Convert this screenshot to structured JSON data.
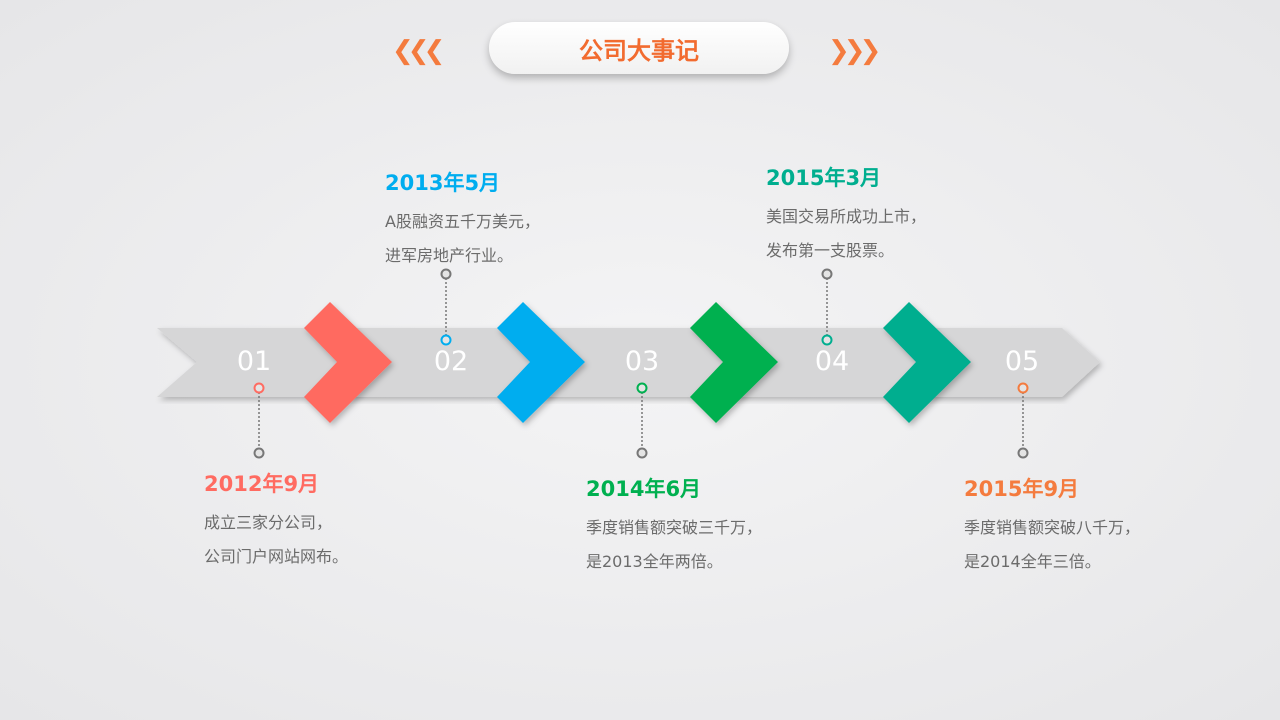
{
  "title": "公司大事记",
  "colors": {
    "accent": "#F26B2F",
    "red": "#FF6B61",
    "blue": "#00ADEF",
    "green": "#00B050",
    "teal": "#00AE8F",
    "orange": "#F47B3E"
  },
  "steps": [
    "01",
    "02",
    "03",
    "04",
    "05"
  ],
  "events": [
    {
      "date": "2012年9月",
      "lines": [
        "成立三家分公司，",
        "公司门户网站网布。"
      ]
    },
    {
      "date": "2013年5月",
      "lines": [
        "A股融资五千万美元，",
        "进军房地产行业。"
      ]
    },
    {
      "date": "2014年6月",
      "lines": [
        "季度销售额突破三千万，",
        "是2013全年两倍。"
      ]
    },
    {
      "date": "2015年3月",
      "lines": [
        "美国交易所成功上市，",
        "发布第一支股票。"
      ]
    },
    {
      "date": "2015年9月",
      "lines": [
        "季度销售额突破八千万，",
        "是2014全年三倍。"
      ]
    }
  ]
}
